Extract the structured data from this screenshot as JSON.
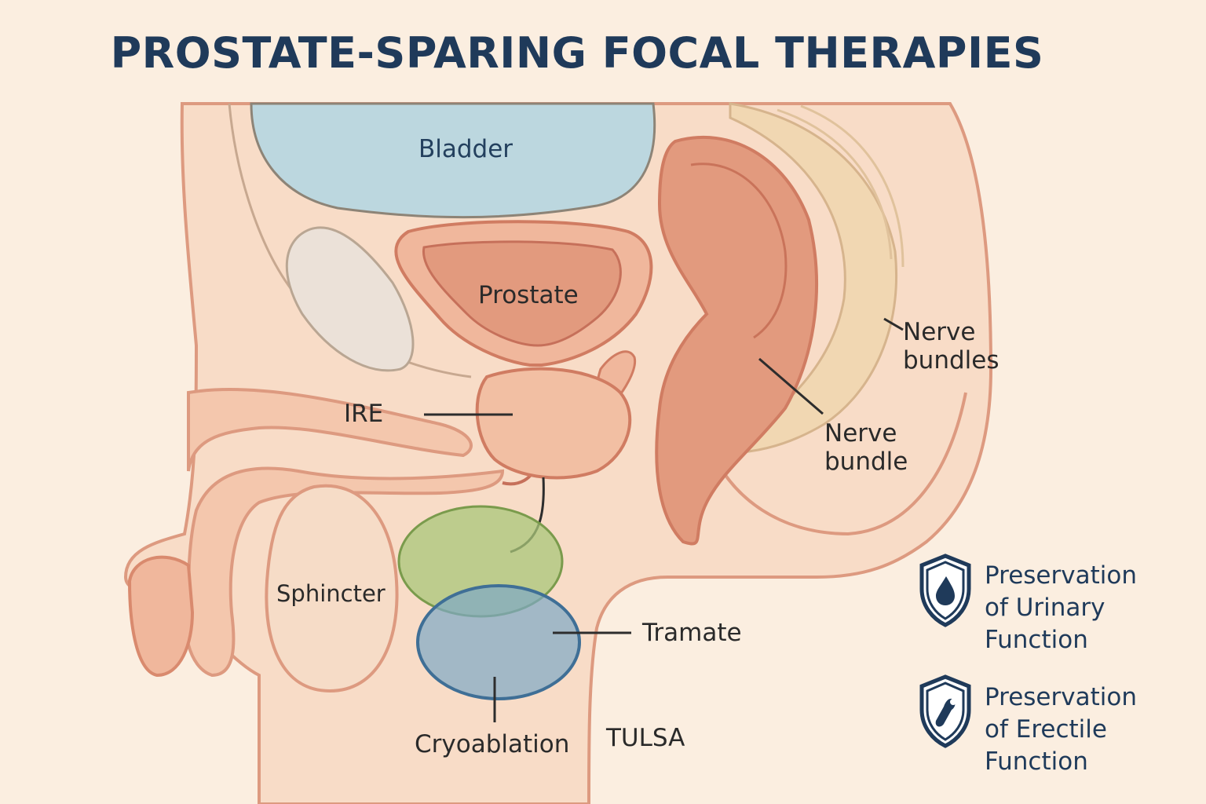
{
  "title": "PROSTATE-SPARING FOCAL THERAPIES",
  "labels": {
    "bladder": "Bladder",
    "prostate": "Prostate",
    "ire": "IRE",
    "nerve_bundles": "Nerve\nbundles",
    "nerve_bundle": "Nerve\nbundle",
    "sphincter": "Sphincter",
    "tramate": "Tramate",
    "cryoablation": "Cryoablation",
    "tulsa": "TULSA"
  },
  "legend": [
    {
      "icon": "shield-droplet-icon",
      "text": "Preservation\nof Urinary\nFunction"
    },
    {
      "icon": "shield-nerve-icon",
      "text": "Preservation\nof Erectile\nFunction"
    }
  ],
  "colors": {
    "title": "#1f3a5a",
    "background": "#fbeee0",
    "skin": "#f8dcc7",
    "outline": "#d98a6e",
    "bladder": "#bcd7df",
    "prostate": "#e29a7e",
    "green_zone": "#a9c77a",
    "blue_zone": "#7ea8c6",
    "icon": "#1f3a5a"
  }
}
